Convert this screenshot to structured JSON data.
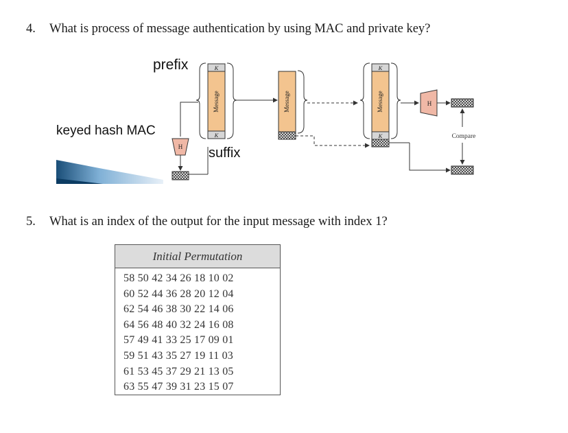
{
  "q4": {
    "number": "4.",
    "text": "What is process of message authentication by using MAC and private key?"
  },
  "diagram": {
    "prefix_label": "prefix",
    "suffix_label": "suffix",
    "side_label": "keyed hash MAC",
    "key_label": "K",
    "message_label": "Message",
    "hash_label": "H",
    "compare_label": "Compare"
  },
  "q5": {
    "number": "5.",
    "text": "What is an index of the output for the input message with index 1?"
  },
  "table": {
    "title": "Initial Permutation",
    "rows": [
      "58 50 42 34 26 18 10 02",
      "60 52 44 36 28 20 12 04",
      "62 54 46 38 30 22 14 06",
      "64 56 48 40 32 24 16 08",
      "57 49 41 33 25 17 09 01",
      "59 51 43 35 27 19 11 03",
      "61 53 45 37 29 21 13 05",
      "63 55 47 39 31 23 15 07"
    ]
  },
  "colors": {
    "message_fill": "#f3c48f",
    "key_fill": "#d6d6d6",
    "hash_fill": "#f0b8a6"
  }
}
